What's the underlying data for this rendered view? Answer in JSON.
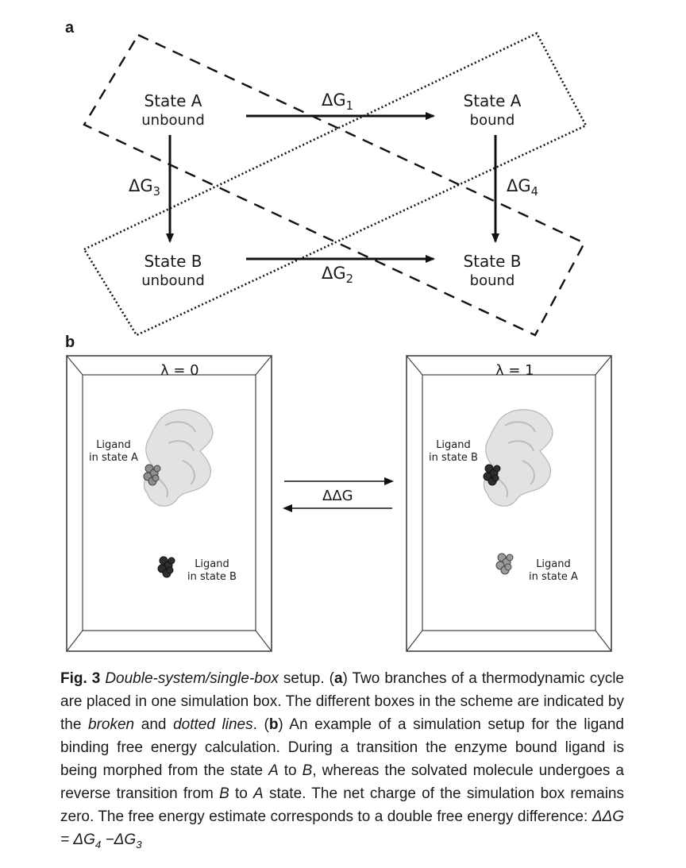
{
  "panel_a": {
    "label": "a",
    "state_a_unbound": {
      "line1": "State A",
      "line2": "unbound"
    },
    "state_a_bound": {
      "line1": "State A",
      "line2": "bound"
    },
    "state_b_unbound": {
      "line1": "State B",
      "line2": "unbound"
    },
    "state_b_bound": {
      "line1": "State B",
      "line2": "bound"
    },
    "dg1": {
      "main": "ΔG",
      "sub": "1"
    },
    "dg2": {
      "main": "ΔG",
      "sub": "2"
    },
    "dg3": {
      "main": "ΔG",
      "sub": "3"
    },
    "dg4": {
      "main": "ΔG",
      "sub": "4"
    }
  },
  "panel_b": {
    "label": "b",
    "left_box": {
      "lambda": "λ = 0",
      "ligand_bound_line1": "Ligand",
      "ligand_bound_line2": "in state A",
      "ligand_free_line1": "Ligand",
      "ligand_free_line2": "in state B"
    },
    "right_box": {
      "lambda": "λ = 1",
      "ligand_bound_line1": "Ligand",
      "ligand_bound_line2": "in state B",
      "ligand_free_line1": "Ligand",
      "ligand_free_line2": "in state A"
    },
    "ddg": "ΔΔG"
  },
  "caption": {
    "fig": "Fig. 3",
    "title": "Double-system/single-box",
    "p1": " setup. (",
    "a": "a",
    "p2": ") Two branches of a thermodynamic cycle are placed in one simulation box. The different boxes in the scheme are indicated by the ",
    "broken": "broken",
    "p3": " and ",
    "dotted": "dotted lines",
    "p4": ". (",
    "b": "b",
    "p5": ") An example of a simulation setup for the ligand binding free energy calculation. During a transition the enzyme bound ligand is being morphed from the state ",
    "A1": "A",
    "p6": " to ",
    "B1": "B",
    "p7": ", whereas the solvated molecule undergoes a reverse transition from ",
    "B2": "B",
    "p8": " to ",
    "A2": "A",
    "p9": " state. The net charge of the simulation box remains zero. The free energy estimate corresponds to a double free energy difference: ",
    "eq": "ΔΔG = ΔG",
    "eq_sub1": "4",
    "eq_mid": " −ΔG",
    "eq_sub2": "3"
  },
  "colors": {
    "ink": "#1a1a1a",
    "protein": "#d9d9d9",
    "ligand_dark": "#333333",
    "ligand_light": "#9a9a9a"
  }
}
